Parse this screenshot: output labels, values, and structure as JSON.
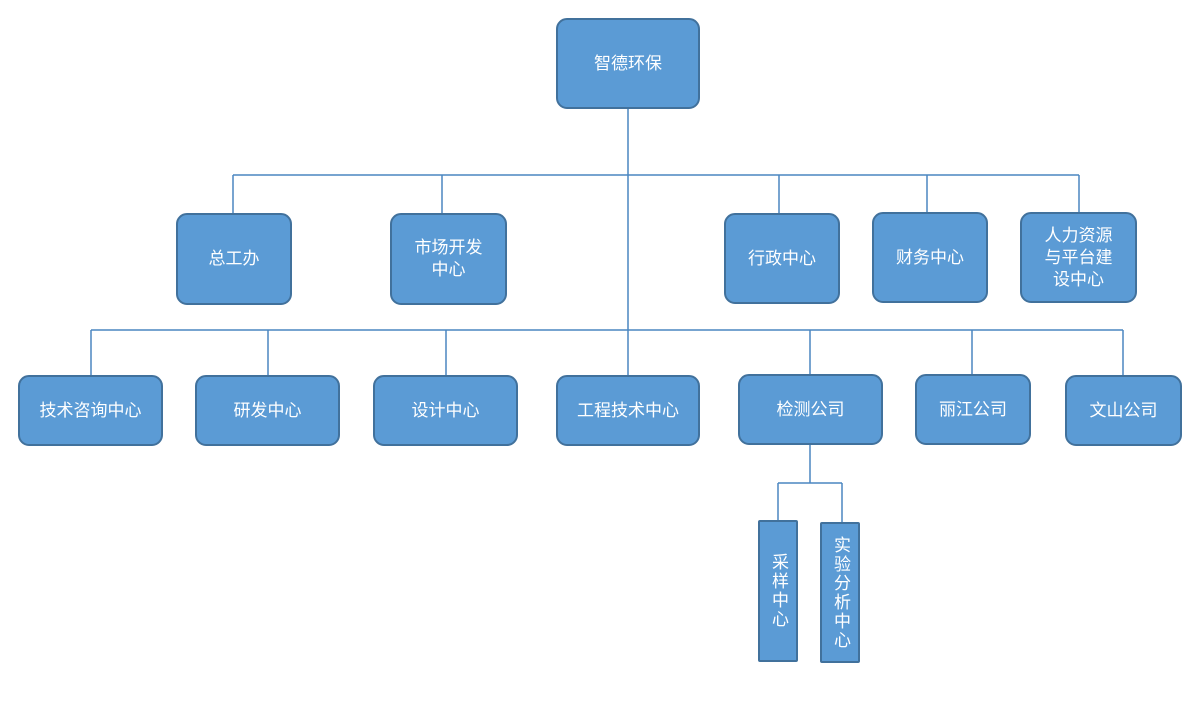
{
  "org_chart": {
    "root": {
      "label": "智德环保"
    },
    "level1": [
      {
        "label": "总工办"
      },
      {
        "label": "市场开发\n中心"
      },
      {
        "label": "行政中心"
      },
      {
        "label": "财务中心"
      },
      {
        "label": "人力资源\n与平台建\n设中心"
      }
    ],
    "level2": [
      {
        "label": "技术咨询中心"
      },
      {
        "label": "研发中心"
      },
      {
        "label": "设计中心"
      },
      {
        "label": "工程技术中心"
      },
      {
        "label": "检测公司"
      },
      {
        "label": "丽江公司"
      },
      {
        "label": "文山公司"
      }
    ],
    "level3": [
      {
        "label": "采样中心"
      },
      {
        "label": "实验分析中心"
      }
    ],
    "colors": {
      "box_fill": "#5b9bd5",
      "box_border": "#41719c",
      "connector": "#4a86c1",
      "text": "#ffffff"
    }
  }
}
